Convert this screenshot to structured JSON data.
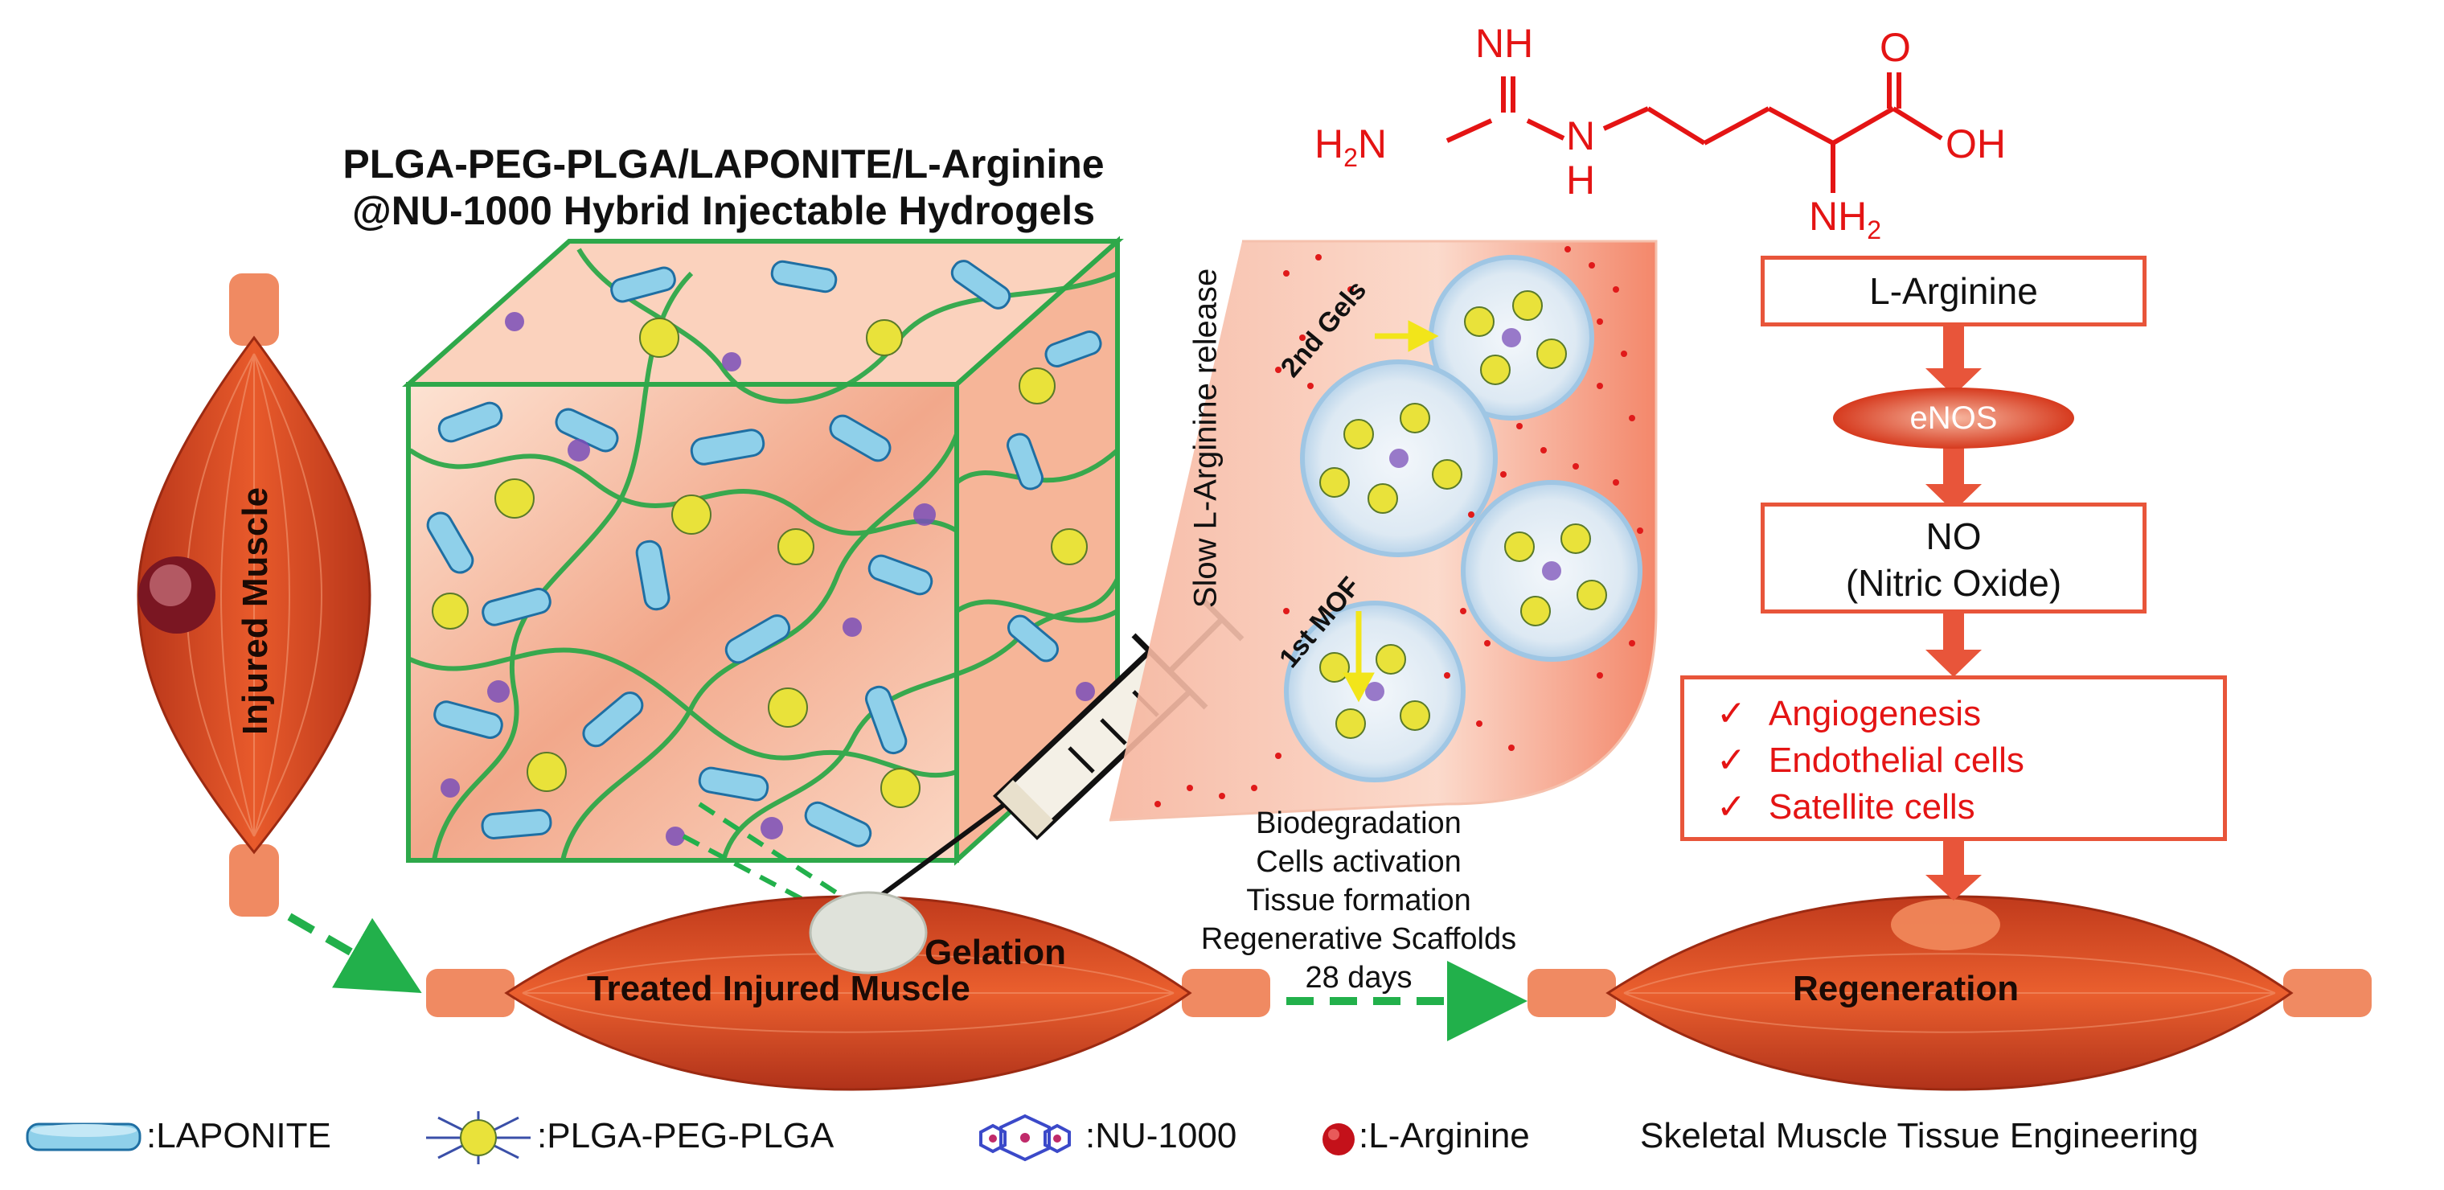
{
  "title": {
    "line1": "PLGA-PEG-PLGA/LAPONITE/L-Arginine",
    "line2": "@NU-1000 Hybrid Injectable Hydrogels"
  },
  "molecule": {
    "nh": "NH",
    "h2n": "H",
    "h2n_n": "N",
    "n": "N",
    "h": "H",
    "o": "O",
    "oh": "OH",
    "nh2": "NH",
    "sub2": "2"
  },
  "muscles": {
    "injured": "Injured Muscle",
    "treated": "Treated Injured Muscle",
    "gelation": "Gelation",
    "regeneration": "Regeneration"
  },
  "injection": {
    "release": "Slow L-Arginine release",
    "gels2": "2nd Gels",
    "mof1": "1st MOF"
  },
  "process_steps": [
    "Biodegradation",
    "Cells activation",
    "Tissue formation",
    "Regenerative Scaffolds",
    "28 days"
  ],
  "flow": {
    "arginine": "L-Arginine",
    "enos": "eNOS",
    "no_line1": "NO",
    "no_line2": "(Nitric Oxide)",
    "outcomes": [
      "Angiogenesis",
      "Endothelial cells",
      "Satellite cells"
    ],
    "check_glyph": "✓"
  },
  "legend": {
    "laponite": ":LAPONITE",
    "plga": ":PLGA-PEG-PLGA",
    "nu1000": ":NU-1000",
    "arginine": ":L-Arginine",
    "footer": "Skeletal Muscle Tissue Engineering"
  },
  "colors": {
    "muscle": "#d9481f",
    "arrow_red": "#e8553a",
    "arrow_green": "#22b04b",
    "structure_red": "#e41414",
    "hydrogel_line": "#2ea84a",
    "laponite": "#8fd0ea"
  }
}
